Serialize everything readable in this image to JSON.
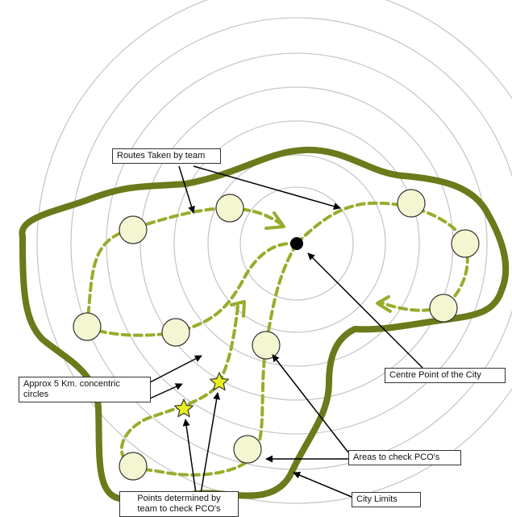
{
  "labels": {
    "routes": "Routes Taken by team",
    "circles": "Approx 5 Km. concentric\ncircles",
    "centre": "Centre Point of the City",
    "areas": "Areas to check PCO's",
    "points": "Points determined by\nteam to check PCO's",
    "limits": "City Limits"
  },
  "colors": {
    "city_limit": "#6b7a1a",
    "route": "#9aab2c",
    "circle": "#c8c8c8",
    "area_fill": "#f4f6d2",
    "star_fill": "#e6ef1e",
    "centre": "#000000"
  }
}
